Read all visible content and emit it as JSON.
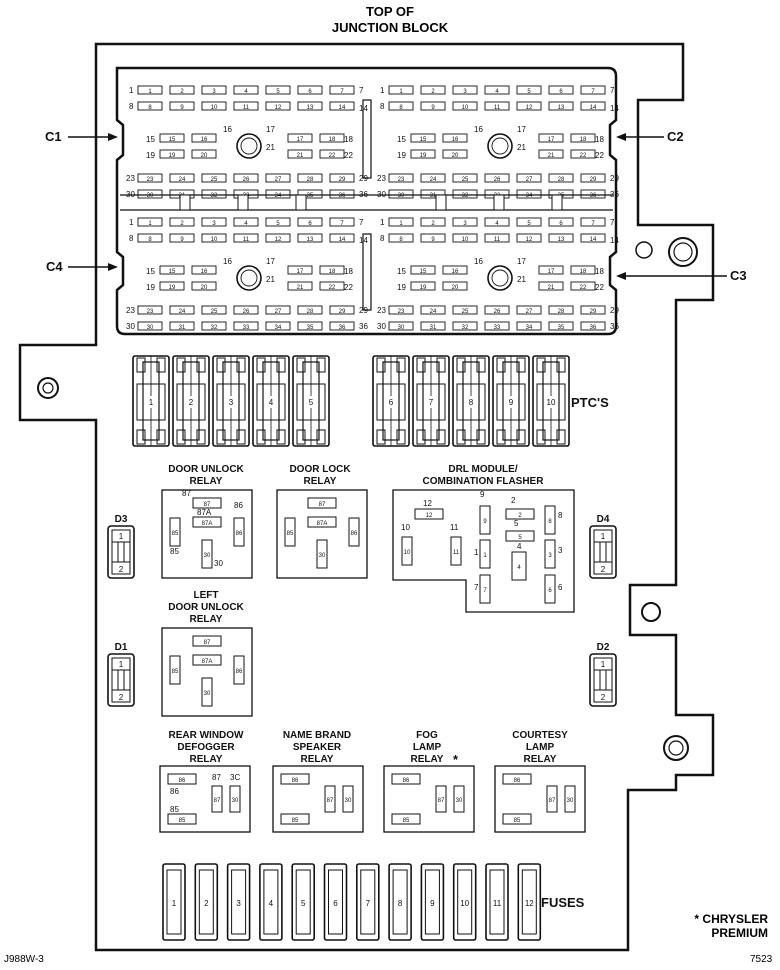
{
  "title": [
    "TOP OF",
    "JUNCTION BLOCK"
  ],
  "connectors": {
    "c1": "C1",
    "c2": "C2",
    "c3": "C3",
    "c4": "C4"
  },
  "connector_pins": [
    "1",
    "2",
    "3",
    "4",
    "5",
    "6",
    "7",
    "8",
    "9",
    "10",
    "11",
    "12",
    "13",
    "14",
    "15",
    "16",
    "17",
    "18",
    "19",
    "20",
    "21",
    "22",
    "23",
    "24",
    "25",
    "26",
    "27",
    "28",
    "29",
    "30",
    "31",
    "32",
    "33",
    "34",
    "35",
    "36"
  ],
  "ptc_label": "PTC'S",
  "ptc_numbers": [
    "1",
    "2",
    "3",
    "4",
    "5",
    "6",
    "7",
    "8",
    "9",
    "10"
  ],
  "relays": {
    "door_unlock": "DOOR UNLOCK RELAY",
    "door_lock": "DOOR LOCK RELAY",
    "drl_module": "DRL MODULE/ COMBINATION FLASHER",
    "left_door_unlock": "LEFT DOOR UNLOCK RELAY",
    "rear_window_defogger": "REAR WINDOW DEFOGGER RELAY",
    "name_brand_speaker": "NAME BRAND SPEAKER RELAY",
    "fog_lamp": "FOG LAMP RELAY",
    "courtesy_lamp": "COURTESY LAMP RELAY"
  },
  "relay_pins": {
    "p85": "85",
    "p86": "86",
    "p87": "87",
    "p87a": "87A",
    "p30": "30",
    "p30b": "3C"
  },
  "drl_pins": [
    "1",
    "2",
    "3",
    "4",
    "5",
    "6",
    "7",
    "8",
    "9",
    "10",
    "11",
    "12"
  ],
  "diodes": {
    "d1": "D1",
    "d2": "D2",
    "d3": "D3",
    "d4": "D4",
    "pin1": "1",
    "pin2": "2"
  },
  "fog_asterisk": "*",
  "fuses_label": "FUSES",
  "fuse_numbers": [
    "1",
    "2",
    "3",
    "4",
    "5",
    "6",
    "7",
    "8",
    "9",
    "10",
    "11",
    "12"
  ],
  "footnote": [
    "* CHRYSLER",
    "PREMIUM"
  ],
  "figure_code": "J988W-3",
  "figure_number": "7523"
}
